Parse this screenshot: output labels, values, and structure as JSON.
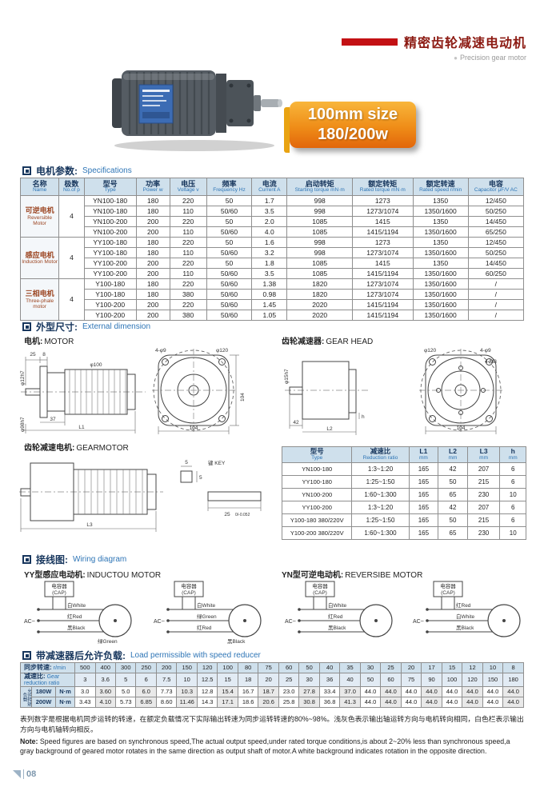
{
  "header": {
    "title_cn": "精密齿轮减速电动机",
    "subtitle_en": "Precision gear motor"
  },
  "badge": {
    "line1": "100mm size",
    "line2": "180/200w"
  },
  "sections": {
    "specs_cn": "电机参数:",
    "specs_en": "Specifications",
    "dim_cn": "外型尺寸:",
    "dim_en": "External dimension",
    "wiring_cn": "接线图:",
    "wiring_en": "Wiring diagram",
    "load_cn": "带减速器后允许负载:",
    "load_en": "Load permissible with speed reducer"
  },
  "labels": {
    "motor_cn": "电机:",
    "motor_en": "MOTOR",
    "gearhead_cn": "齿轮减速器:",
    "gearhead_en": "GEAR HEAD",
    "gearmotor_cn": "齿轮减速电机:",
    "gearmotor_en": "GEARMOTOR",
    "yy_cn": "YY型感应电动机:",
    "yy_en": "INDUCTOU MOTOR",
    "yn_cn": "YN型可逆电动机:",
    "yn_en": "REVERSIBE MOTOR"
  },
  "spec_table": {
    "headers": [
      {
        "cn": "名称",
        "en": "Name"
      },
      {
        "cn": "极数",
        "en": "No.of p"
      },
      {
        "cn": "型号",
        "en": "Type"
      },
      {
        "cn": "功率",
        "en": "Power w"
      },
      {
        "cn": "电压",
        "en": "Voltage v"
      },
      {
        "cn": "频率",
        "en": "Frequency Hz"
      },
      {
        "cn": "电流",
        "en": "Current A"
      },
      {
        "cn": "启动转矩",
        "en": "Starting torque mN·m"
      },
      {
        "cn": "额定转矩",
        "en": "Rated torque mN·m"
      },
      {
        "cn": "额定转速",
        "en": "Rated speed r/min"
      },
      {
        "cn": "电容",
        "en": "Capacitor μF/V AC"
      }
    ],
    "groups": [
      {
        "name_cn": "可逆电机",
        "name_en": "Reversible Motor",
        "poles": "4",
        "rows": [
          [
            "YN100-180",
            "180",
            "220",
            "50",
            "1.7",
            "998",
            "1273",
            "1350",
            "12/450"
          ],
          [
            "YN100-180",
            "180",
            "110",
            "50/60",
            "3.5",
            "998",
            "1273/1074",
            "1350/1600",
            "50/250"
          ],
          [
            "YN100-200",
            "200",
            "220",
            "50",
            "2.0",
            "1085",
            "1415",
            "1350",
            "14/450"
          ],
          [
            "YN100-200",
            "200",
            "110",
            "50/60",
            "4.0",
            "1085",
            "1415/1194",
            "1350/1600",
            "65/250"
          ]
        ]
      },
      {
        "name_cn": "感应电机",
        "name_en": "Induction Motor",
        "poles": "4",
        "rows": [
          [
            "YY100-180",
            "180",
            "220",
            "50",
            "1.6",
            "998",
            "1273",
            "1350",
            "12/450"
          ],
          [
            "YY100-180",
            "180",
            "110",
            "50/60",
            "3.2",
            "998",
            "1273/1074",
            "1350/1600",
            "50/250"
          ],
          [
            "YY100-200",
            "200",
            "220",
            "50",
            "1.8",
            "1085",
            "1415",
            "1350",
            "14/450"
          ],
          [
            "YY100-200",
            "200",
            "110",
            "50/60",
            "3.5",
            "1085",
            "1415/1194",
            "1350/1600",
            "60/250"
          ]
        ]
      },
      {
        "name_cn": "三相电机",
        "name_en": "Three-phale motor",
        "poles": "4",
        "rows": [
          [
            "Y100-180",
            "180",
            "220",
            "50/60",
            "1.38",
            "1820",
            "1273/1074",
            "1350/1600",
            "/"
          ],
          [
            "Y100-180",
            "180",
            "380",
            "50/60",
            "0.98",
            "1820",
            "1273/1074",
            "1350/1600",
            "/"
          ],
          [
            "Y100-200",
            "200",
            "220",
            "50/60",
            "1.45",
            "2020",
            "1415/1194",
            "1350/1600",
            "/"
          ],
          [
            "Y100-200",
            "200",
            "380",
            "50/60",
            "1.05",
            "2020",
            "1415/1194",
            "1350/1600",
            "/"
          ]
        ]
      }
    ]
  },
  "dims": {
    "motor": {
      "d25": "25",
      "d8": "8",
      "d37": "37",
      "dL1": "L1",
      "dia98": "φ98h7",
      "dia100": "φ100",
      "dia12": "φ12h7",
      "holes": "4-φ9",
      "dia120": "φ120",
      "w104": "104",
      "h104": "104"
    },
    "gearhead": {
      "dia15": "φ15h7",
      "d42": "42",
      "dh": "h",
      "dL2": "L2",
      "dia120": "φ120",
      "holes": "4-φ9",
      "tap": "4-M8",
      "w104": "104"
    },
    "gearmotor": {
      "dL3": "L3",
      "key": "键 KEY",
      "k5a": "5",
      "k5b": "5",
      "d25": "25",
      "tol": "0/-0.052"
    }
  },
  "ratio_table": {
    "headers": [
      {
        "cn": "型号",
        "en": "Type"
      },
      {
        "cn": "减速比",
        "en": "Reduction ratio"
      },
      {
        "cn": "L1",
        "en": "mm"
      },
      {
        "cn": "L2",
        "en": "mm"
      },
      {
        "cn": "L3",
        "en": "mm"
      },
      {
        "cn": "h",
        "en": "mm"
      }
    ],
    "rows": [
      [
        "YN100-180",
        "1:3~1:20",
        "165",
        "42",
        "207",
        "6"
      ],
      [
        "YY100-180",
        "1:25~1:50",
        "165",
        "50",
        "215",
        "6"
      ],
      [
        "YN100-200",
        "1:60~1:300",
        "165",
        "65",
        "230",
        "10"
      ],
      [
        "YY100-200",
        "1:3~1:20",
        "165",
        "42",
        "207",
        "6"
      ],
      [
        "Y100-180 380/220V",
        "1:25~1:50",
        "165",
        "50",
        "215",
        "6"
      ],
      [
        "Y100-200 380/220V",
        "1:60~1:300",
        "165",
        "65",
        "230",
        "10"
      ]
    ]
  },
  "wiring": {
    "cap_cn": "电容器",
    "cap_en": "(CAP)",
    "ac": "AC~",
    "diagrams": [
      {
        "wires": [
          "白White",
          "红Red",
          "黑Black",
          "绿Green"
        ]
      },
      {
        "wires": [
          "白White",
          "绿Green",
          "红Red",
          "黑Black"
        ]
      },
      {
        "wires": [
          "白White",
          "红Red",
          "黑Black"
        ]
      },
      {
        "wires": [
          "红Red",
          "白White",
          "黑Black"
        ]
      }
    ]
  },
  "load_table": {
    "speed_cn": "同步转速:",
    "speed_en": "r/min",
    "ratio_cn": "减速比:",
    "ratio_en": "Gear reduction ratio",
    "side_label": "允许转矩负载",
    "speeds": [
      "500",
      "400",
      "300",
      "250",
      "200",
      "150",
      "120",
      "100",
      "80",
      "75",
      "60",
      "50",
      "40",
      "35",
      "30",
      "25",
      "20",
      "17",
      "15",
      "12",
      "10",
      "8"
    ],
    "ratios": [
      "3",
      "3.6",
      "5",
      "6",
      "7.5",
      "10",
      "12.5",
      "15",
      "18",
      "20",
      "25",
      "30",
      "36",
      "40",
      "50",
      "60",
      "75",
      "90",
      "100",
      "120",
      "150",
      "180"
    ],
    "rows": [
      {
        "power": "180W",
        "unit": "N·m",
        "values": [
          "3.0",
          "3.60",
          "5.0",
          "6.0",
          "7.73",
          "10.3",
          "12.8",
          "15.4",
          "16.7",
          "18.7",
          "23.0",
          "27.8",
          "33.4",
          "37.0",
          "44.0",
          "44.0",
          "44.0",
          "44.0",
          "44.0",
          "44.0",
          "44.0",
          "44.0"
        ]
      },
      {
        "power": "200W",
        "unit": "N·m",
        "values": [
          "3.43",
          "4.10",
          "5.73",
          "6.85",
          "8.60",
          "11.46",
          "14.3",
          "17.1",
          "18.6",
          "20.6",
          "25.8",
          "30.8",
          "36.8",
          "41.3",
          "44.0",
          "44.0",
          "44.0",
          "44.0",
          "44.0",
          "44.0",
          "44.0",
          "44.0"
        ]
      }
    ]
  },
  "notes": {
    "cn": "表列数字是根据电机同步运转的转速，在额定负载情况下实际输出转速为同步运转转速的80%~98%。浅灰色表示输出轴运转方向与电机转向相同，白色栏表示输出方向与电机轴转向相反。",
    "en_bold": "Note:",
    "en": " Speed figures are based on synchronous speed,The actual output speed,under rated torque conditions,is about 2~20% less than synchronous speed,a gray background of geared motor rotates in the same direction as output shaft of motor.A white background indicates rotation in the opposite direction."
  },
  "footer": {
    "page": "08"
  }
}
